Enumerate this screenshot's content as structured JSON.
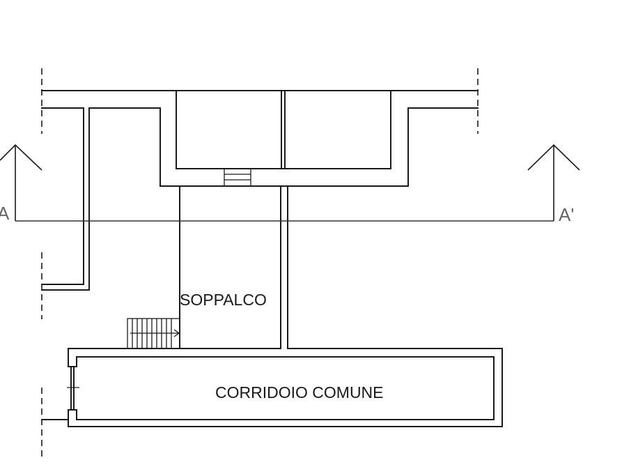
{
  "rooms": {
    "soppalco": "SOPPALCO",
    "corridoio": "CORRIDOIO COMUNE"
  },
  "section": {
    "left_label": "A",
    "right_label": "A'"
  },
  "colors": {
    "line": "#1a1a1a",
    "section_text": "#666666",
    "background": "#ffffff"
  }
}
